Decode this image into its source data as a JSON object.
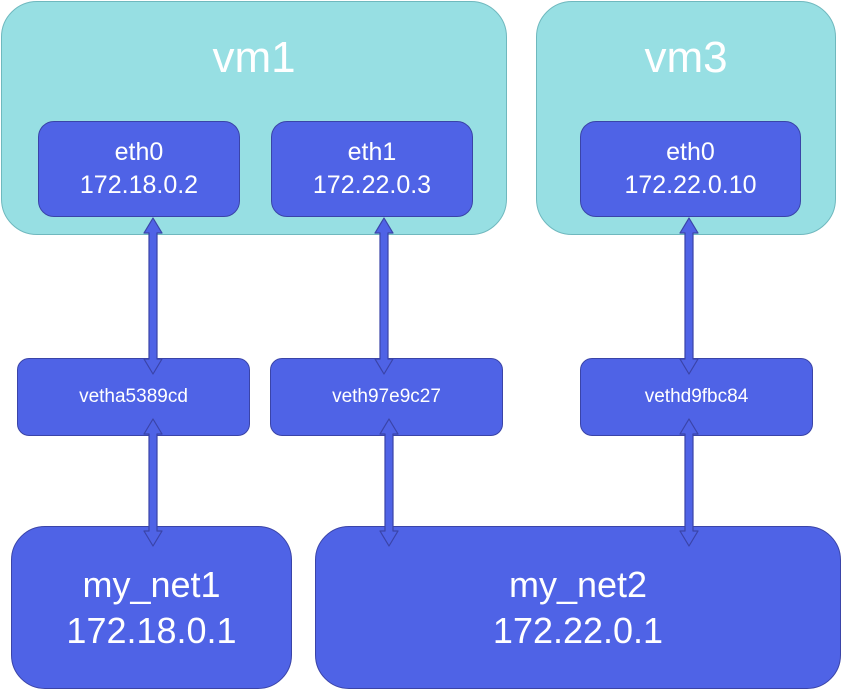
{
  "vms": [
    {
      "title": "vm1",
      "interfaces": [
        {
          "name": "eth0",
          "ip": "172.18.0.2"
        },
        {
          "name": "eth1",
          "ip": "172.22.0.3"
        }
      ]
    },
    {
      "title": "vm3",
      "interfaces": [
        {
          "name": "eth0",
          "ip": "172.22.0.10"
        }
      ]
    }
  ],
  "veths": [
    "vetha5389cd",
    "veth97e9c27",
    "vethd9fbc84"
  ],
  "networks": [
    {
      "name": "my_net1",
      "gateway": "172.18.0.1"
    },
    {
      "name": "my_net2",
      "gateway": "172.22.0.1"
    }
  ],
  "colors": {
    "vm_fill": "#97dfe3",
    "node_fill": "#4f63e6",
    "node_border": "#3a44a8",
    "text": "#ffffff"
  }
}
